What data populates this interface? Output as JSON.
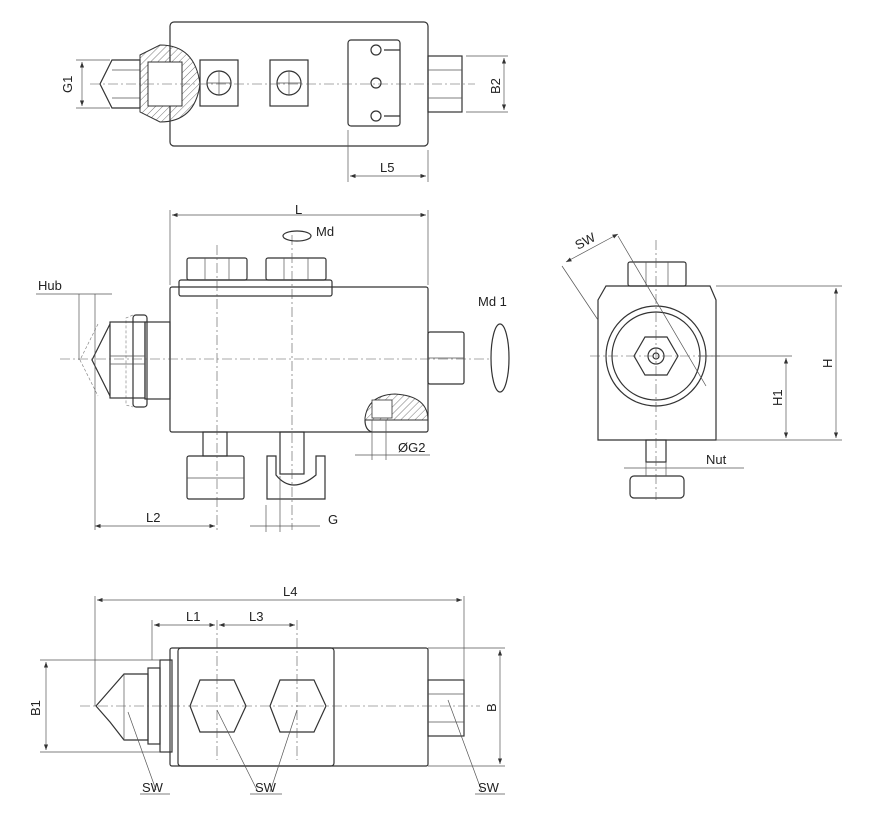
{
  "labels": {
    "g1": "G1",
    "b2": "B2",
    "l5": "L5",
    "l": "L",
    "md": "Md",
    "hub": "Hub",
    "md1": "Md 1",
    "g2": "ØG2",
    "l2": "L2",
    "g": "G",
    "sw_side": "SW",
    "h": "H",
    "h1": "H1",
    "nut": "Nut",
    "l4": "L4",
    "l1": "L1",
    "l3": "L3",
    "b1": "B1",
    "b": "B",
    "sw_left": "SW",
    "sw_mid": "SW",
    "sw_right": "SW"
  }
}
